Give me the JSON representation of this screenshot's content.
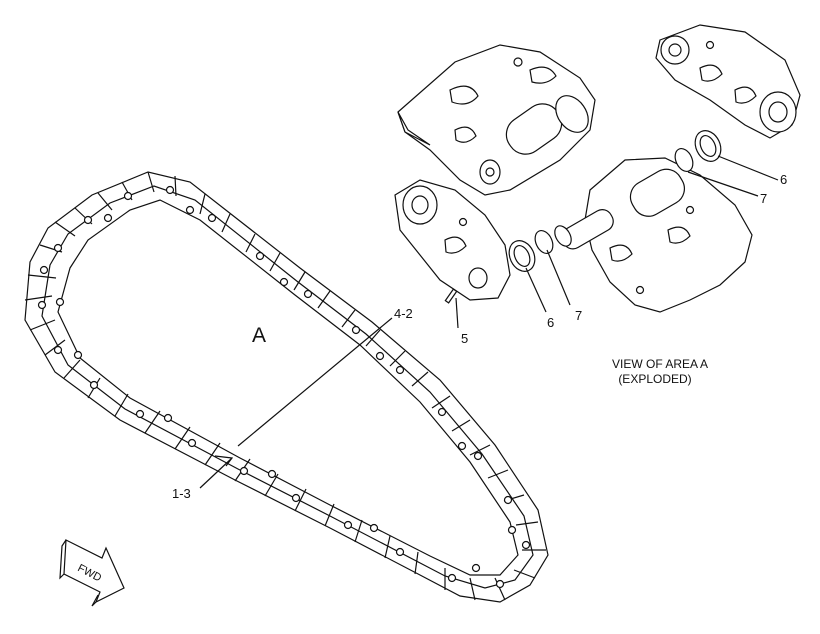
{
  "callouts": {
    "area": "A",
    "c_4_2": "4-2",
    "c_1_3": "1-3",
    "c_5": "5",
    "c_6a": "6",
    "c_7a": "7",
    "c_6b": "6",
    "c_7b": "7"
  },
  "view_caption": {
    "line1": "VIEW OF AREA A",
    "line2": "(EXPLODED)"
  },
  "fwd_label": "FWD"
}
